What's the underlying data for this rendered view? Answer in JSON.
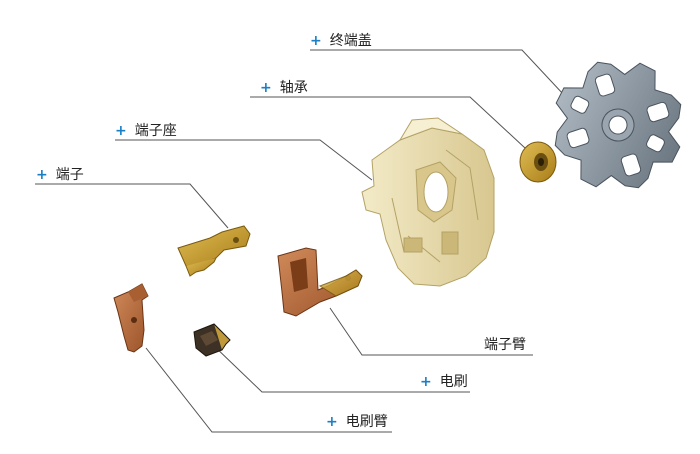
{
  "labels": {
    "end_cap": "终端盖",
    "bearing": "轴承",
    "terminal_seat": "端子座",
    "terminal": "端子",
    "terminal_arm": "端子臂",
    "brush": "电刷",
    "brush_arm": "电刷臂"
  },
  "plus_sign": "+",
  "colors": {
    "accent": "#1a7fc6",
    "end_cap": "#7d8a96",
    "bearing": "#c9a227",
    "terminal_seat": "#e9dcaa",
    "terminal": "#c79a2c",
    "terminal_arm": "#b5652f",
    "brush": "#4a3b2c",
    "brush_arm": "#b5764a"
  }
}
